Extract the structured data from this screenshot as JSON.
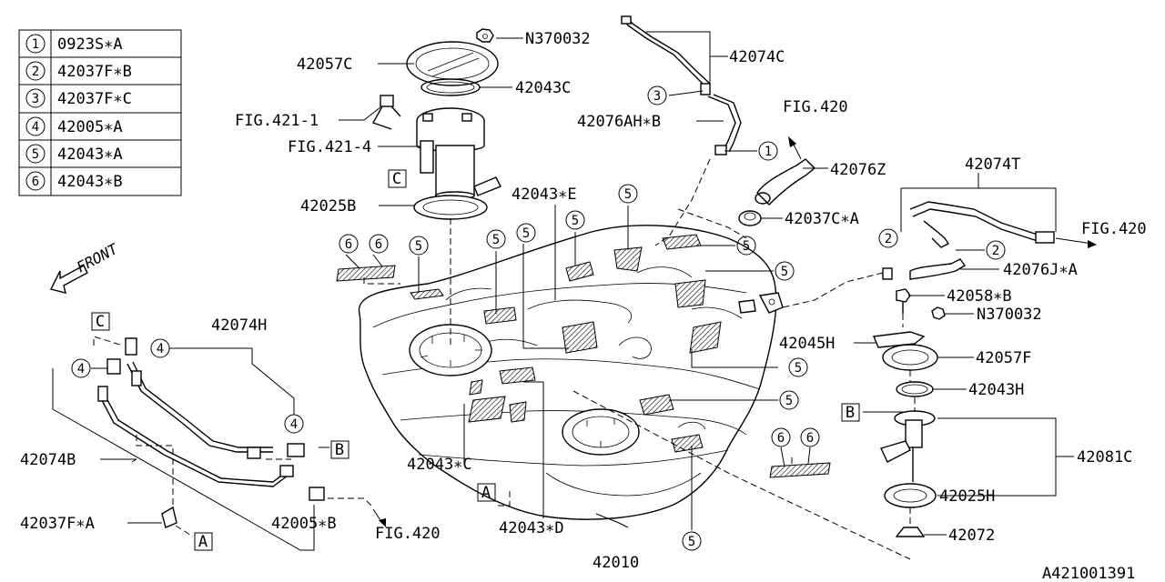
{
  "legend": [
    {
      "num": "1",
      "part": "0923S∗A"
    },
    {
      "num": "2",
      "part": "42037F∗B"
    },
    {
      "num": "3",
      "part": "42037F∗C"
    },
    {
      "num": "4",
      "part": "42005∗A"
    },
    {
      "num": "5",
      "part": "42043∗A"
    },
    {
      "num": "6",
      "part": "42043∗B"
    }
  ],
  "front_label": "FRONT",
  "labels": {
    "n370032_top": "N370032",
    "p42074C": "42074C",
    "p42057C": "42057C",
    "p42043C": "42043C",
    "fig421_1": "FIG.421-1",
    "p42076AH_B": "42076AH∗B",
    "fig420_top": "FIG.420",
    "fig421_4": "FIG.421-4",
    "p42076Z": "42076Z",
    "p42074T": "42074T",
    "p42025B": "42025B",
    "p42043E": "42043∗E",
    "p42037C_A": "42037C∗A",
    "fig420_right": "FIG.420",
    "p42076J_A": "42076J∗A",
    "p42058_B": "42058∗B",
    "n370032_right": "N370032",
    "p42074H": "42074H",
    "p42045H": "42045H",
    "p42057F": "42057F",
    "p42043H": "42043H",
    "p42074B": "42074B",
    "p42043_C": "42043∗C",
    "p42081C": "42081C",
    "p42037F_A": "42037F∗A",
    "p42005_B": "42005∗B",
    "fig420_bottom": "FIG.420",
    "p42043_D": "42043∗D",
    "p42025H": "42025H",
    "p42072": "42072",
    "p42010": "42010",
    "drawing_id": "A421001391"
  },
  "refs": {
    "A": "A",
    "B": "B",
    "C": "C"
  }
}
